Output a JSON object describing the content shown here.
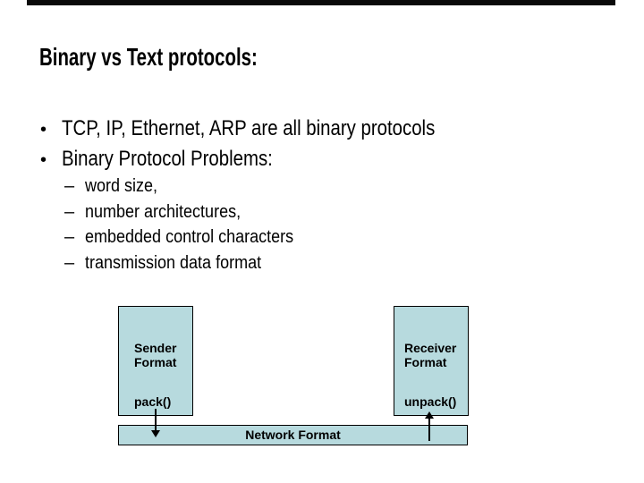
{
  "slide": {
    "title": "Binary vs Text protocols:",
    "bullet_marker": "•",
    "dash_marker": "–",
    "bullets": [
      "TCP, IP, Ethernet, ARP are all binary protocols",
      "Binary Protocol Problems:"
    ],
    "sub_bullets": [
      "word size,",
      "number architectures,",
      "embedded control characters",
      "transmission data format"
    ],
    "diagram": {
      "box_fill_color": "#b7dade",
      "border_color": "#000000",
      "sender_box": {
        "line1": "Sender",
        "line2": "Format",
        "fn": "pack()"
      },
      "receiver_box": {
        "line1": "Receiver",
        "line2": "Format",
        "fn": "unpack()"
      },
      "network_bar_label": "Network Format"
    }
  }
}
